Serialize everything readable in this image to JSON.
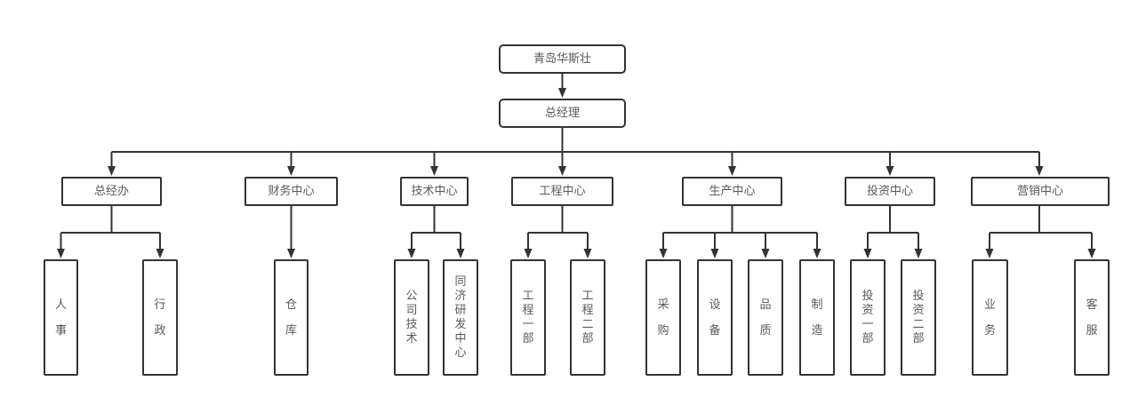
{
  "org": {
    "company": {
      "label": "青岛华斯壮"
    },
    "general_manager": {
      "label": "总经理"
    },
    "departments": [
      {
        "label": "总经办",
        "children": [
          {
            "label": "人事"
          },
          {
            "label": "行政"
          }
        ]
      },
      {
        "label": "财务中心",
        "children": [
          {
            "label": "仓库"
          }
        ]
      },
      {
        "label": "技术中心",
        "children": [
          {
            "label": "公司技术"
          },
          {
            "label": "同济研发中心"
          }
        ]
      },
      {
        "label": "工程中心",
        "children": [
          {
            "label": "工程一部"
          },
          {
            "label": "工程二部"
          }
        ]
      },
      {
        "label": "生产中心",
        "children": [
          {
            "label": "采购"
          },
          {
            "label": "设备"
          },
          {
            "label": "品质"
          },
          {
            "label": "制造"
          }
        ]
      },
      {
        "label": "投资中心",
        "children": [
          {
            "label": "投资一部"
          },
          {
            "label": "投资二部"
          }
        ]
      },
      {
        "label": "营销中心",
        "children": [
          {
            "label": "业务"
          },
          {
            "label": "客服"
          }
        ]
      }
    ]
  },
  "colors": {
    "node_border": "#333333",
    "node_text": "#595959",
    "connector": "#333333",
    "background": "#ffffff"
  }
}
